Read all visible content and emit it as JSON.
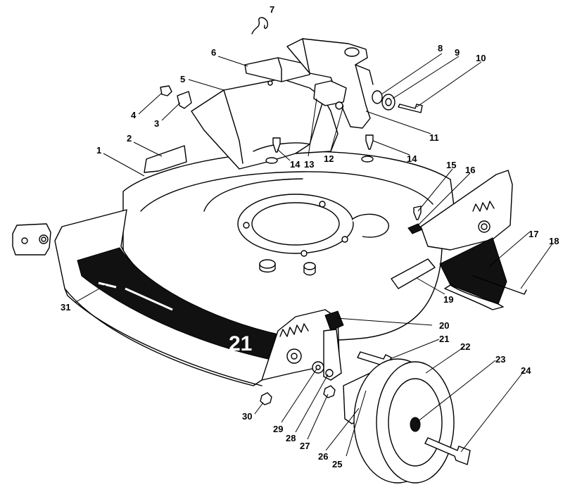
{
  "diagram": {
    "deck_marking": "21",
    "decal_text": "",
    "callouts": [
      "1",
      "2",
      "3",
      "4",
      "5",
      "6",
      "7",
      "8",
      "9",
      "10",
      "11",
      "12",
      "13",
      "14",
      "14",
      "15",
      "16",
      "17",
      "18",
      "19",
      "20",
      "21",
      "22",
      "23",
      "24",
      "25",
      "26",
      "27",
      "28",
      "29",
      "30",
      "31"
    ]
  },
  "colors": {
    "ink": "#000000",
    "paper": "#ffffff"
  }
}
